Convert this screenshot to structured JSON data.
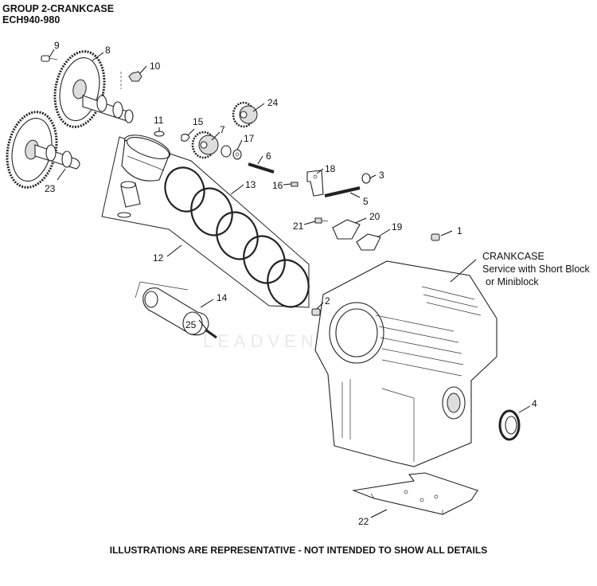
{
  "header": {
    "title": "GROUP 2-CRANKCASE",
    "model": "ECH940-980"
  },
  "crankcase_label": {
    "title": "CRANKCASE",
    "line1": "Service with Short Block",
    "line2": "or Miniblock"
  },
  "callouts": {
    "c1": "1",
    "c2": "2",
    "c3": "3",
    "c4": "4",
    "c5": "5",
    "c6": "6",
    "c7": "7",
    "c8": "8",
    "c9": "9",
    "c10": "10",
    "c11": "11",
    "c12": "12",
    "c13": "13",
    "c14": "14",
    "c15": "15",
    "c16": "16",
    "c17": "17",
    "c18": "18",
    "c19": "19",
    "c20": "20",
    "c21": "21",
    "c22": "22",
    "c23": "23",
    "c24": "24",
    "c25": "25"
  },
  "watermark": "LEADVENTURE",
  "footer": "ILLUSTRATIONS ARE REPRESENTATIVE - NOT INTENDED TO SHOW ALL DETAILS"
}
